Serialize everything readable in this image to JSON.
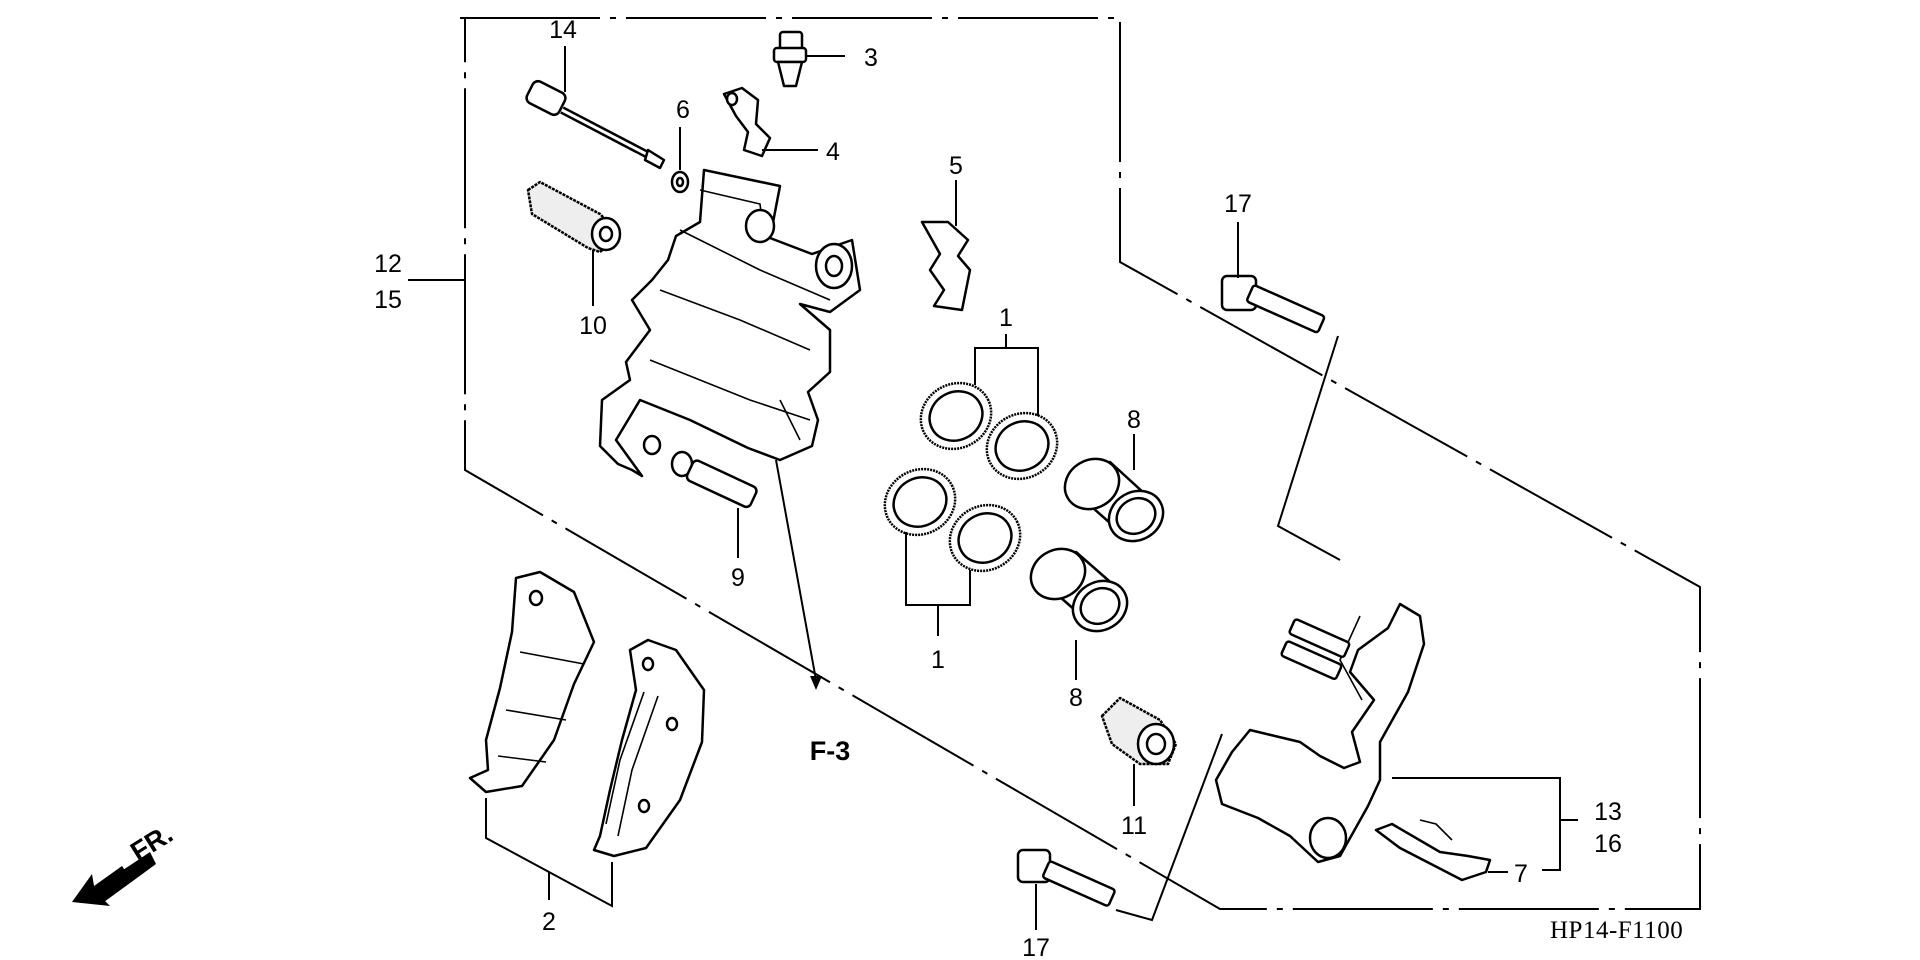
{
  "labels": {
    "l1a": "1",
    "l1b": "1",
    "l2": "2",
    "l3": "3",
    "l4": "4",
    "l5": "5",
    "l6": "6",
    "l7": "7",
    "l8a": "8",
    "l8b": "8",
    "l9": "9",
    "l10": "10",
    "l11": "11",
    "l12": "12",
    "l13": "13",
    "l14": "14",
    "l15": "15",
    "l16": "16",
    "l17a": "17",
    "l17b": "17"
  },
  "reference": "F-3",
  "direction": "FR.",
  "figure_code": "HP14-F1100",
  "colors": {
    "ink": "#000000",
    "paper": "#ffffff"
  }
}
